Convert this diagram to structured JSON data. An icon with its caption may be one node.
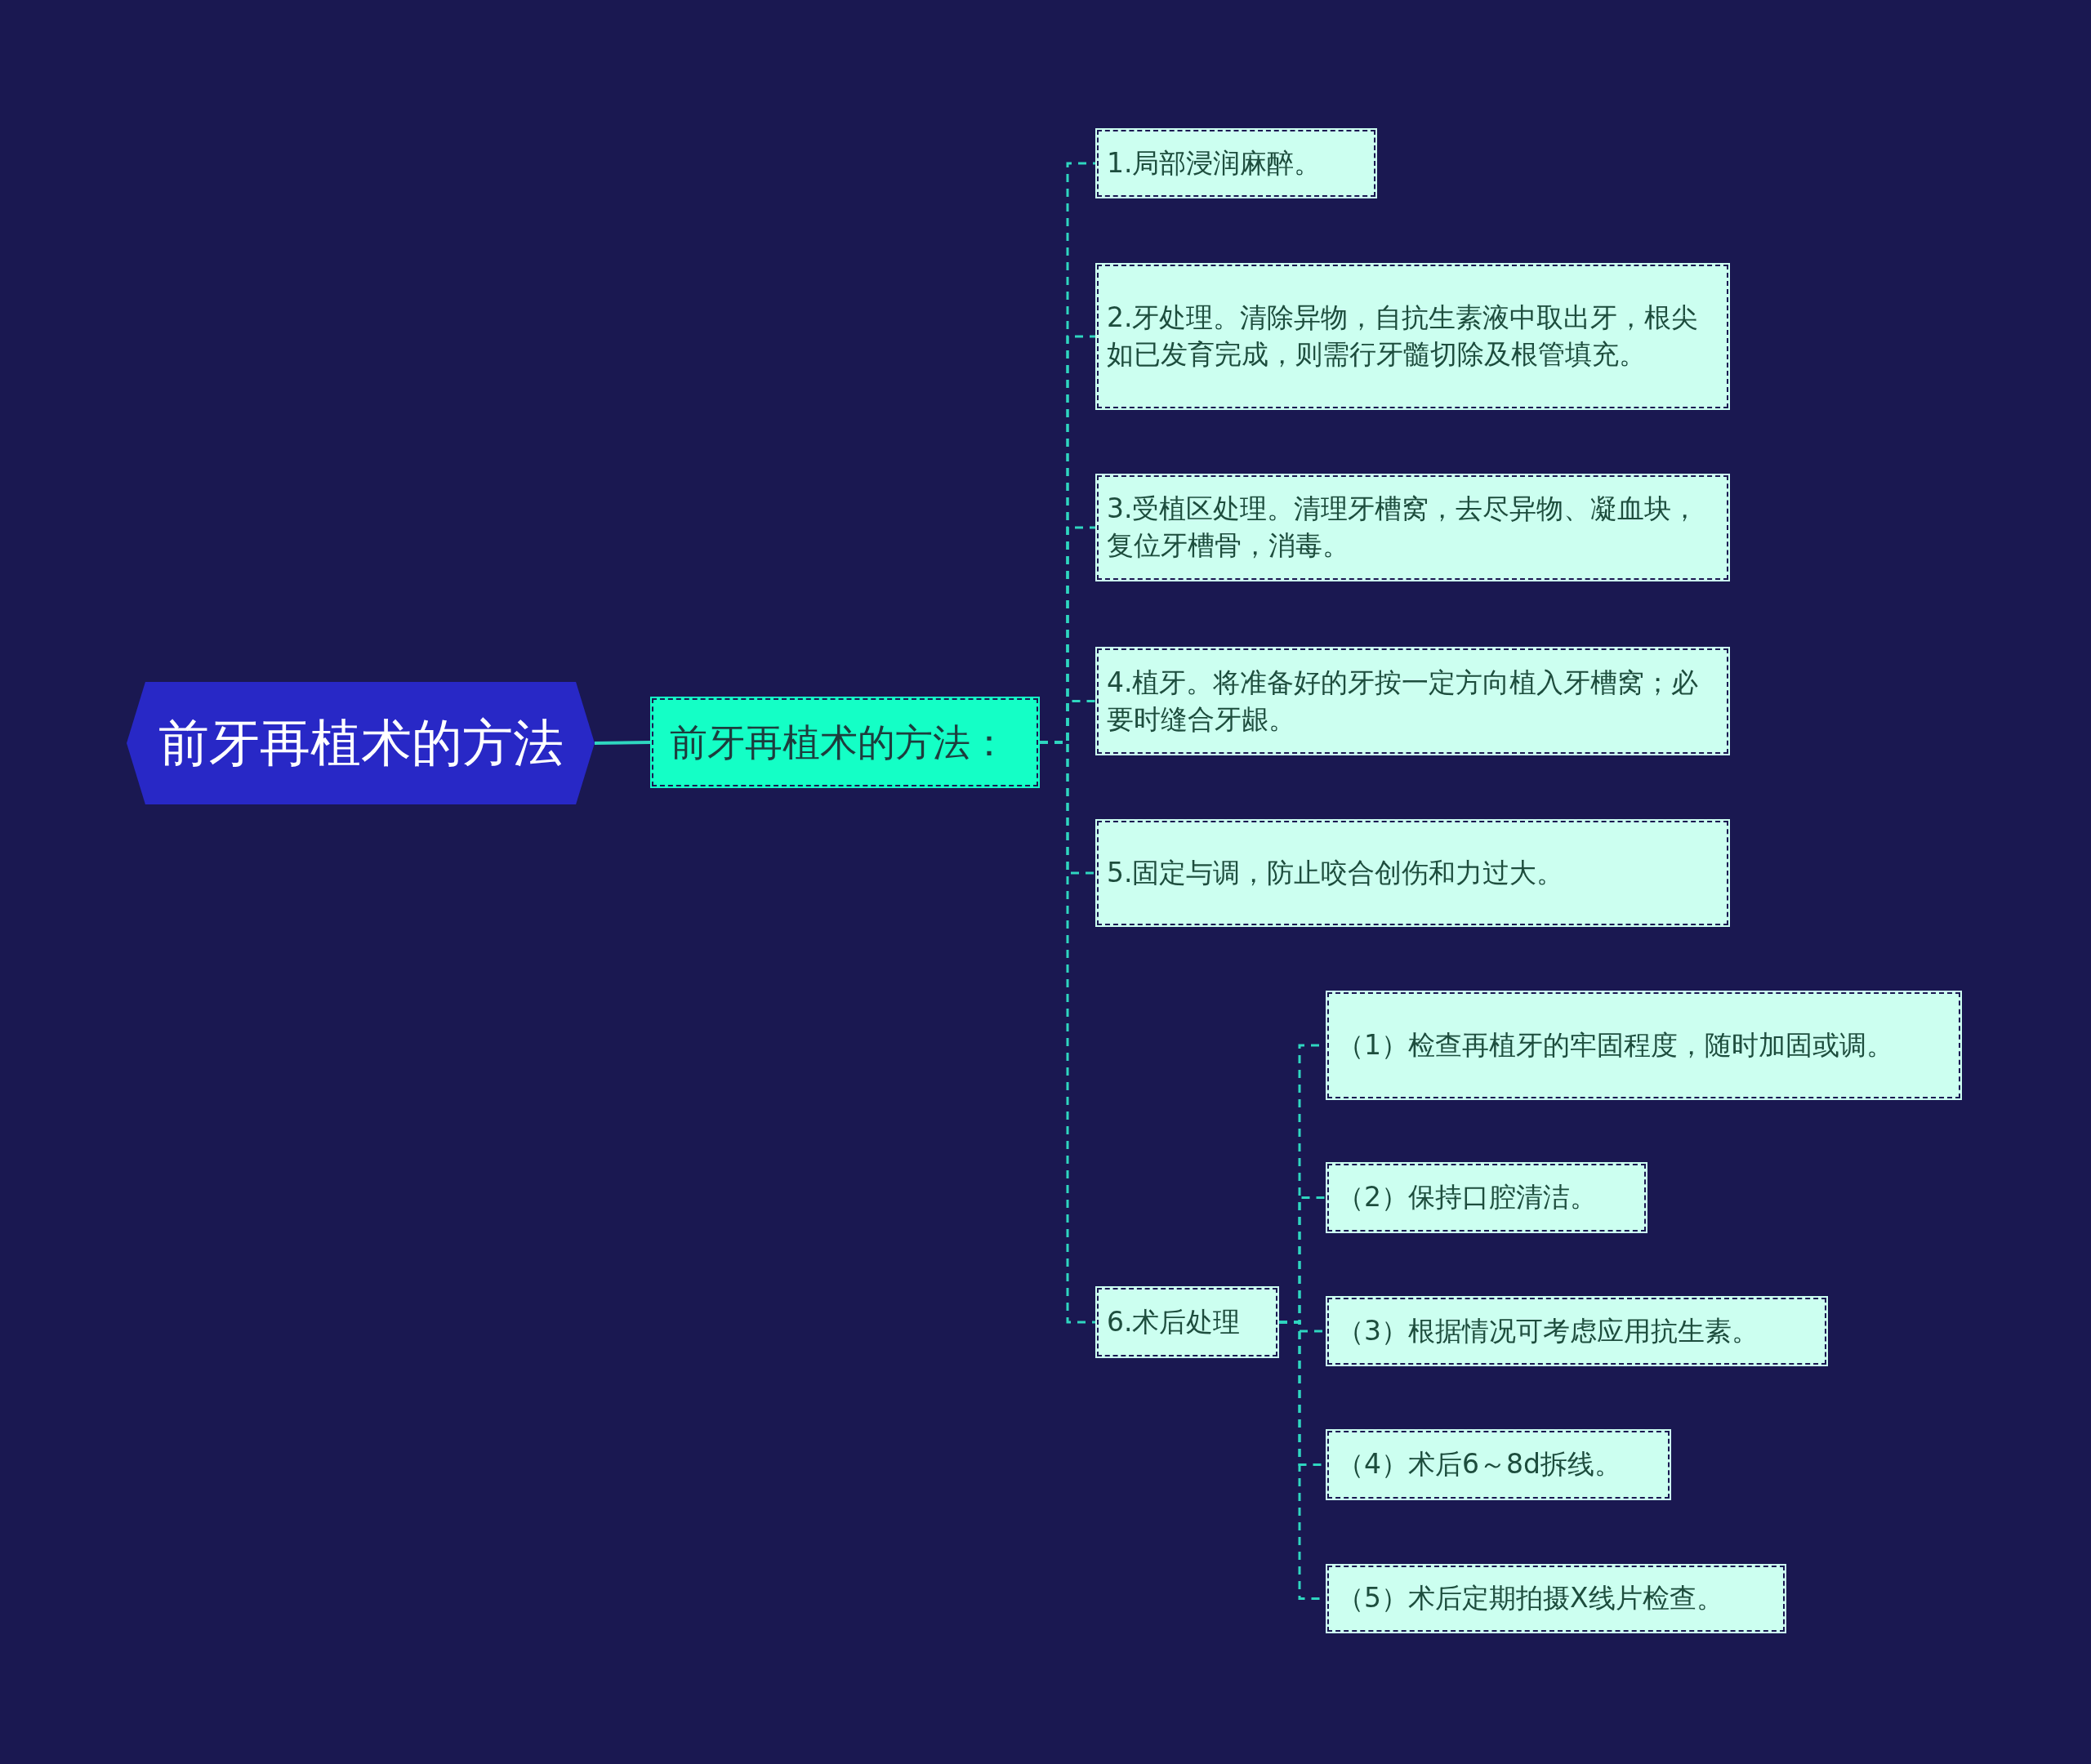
{
  "diagram": {
    "nodes": [
      {
        "text": [
          "前牙再植术的方法"
        ]
      },
      {
        "text": [
          "前牙再植术的方法："
        ]
      },
      {
        "text": [
          "1.局部浸润麻醉。"
        ]
      },
      {
        "text": [
          "2.牙处理。清除异物，自抗生素液中取出牙，根尖如已发育完成，则需行牙髓切除及根管填充。"
        ]
      },
      {
        "text": [
          "3.受植区处理。清理牙槽窝，去尽异物、凝血块，复位牙槽骨，消毒。"
        ]
      },
      {
        "text": [
          "4.植牙。将准备好的牙按一定方向植入牙槽窝；必要时缝合牙龈。"
        ]
      },
      {
        "text": [
          "5.固定与调，防止咬合创伤和力过大。"
        ]
      },
      {
        "text": [
          "6.术后处理"
        ]
      },
      {
        "text": [
          "（1）检查再植牙的牢固程度，随时加固或调。"
        ]
      },
      {
        "text": [
          "（2）保持口腔清洁。"
        ]
      },
      {
        "text": [
          "（3）根据情况可考虑应用抗生素。"
        ]
      },
      {
        "text": [
          "（4）术后6～8d拆线。"
        ]
      },
      {
        "text": [
          "（5）术后定期拍摄X线片检查。"
        ]
      }
    ],
    "edges": [
      {
        "from": 0,
        "to": 1,
        "arrow": "none"
      },
      {
        "from": 1,
        "to": 2,
        "arrow": "none",
        "style": "dashed"
      },
      {
        "from": 1,
        "to": 3,
        "arrow": "none",
        "style": "dashed"
      },
      {
        "from": 1,
        "to": 4,
        "arrow": "none",
        "style": "dashed"
      },
      {
        "from": 1,
        "to": 5,
        "arrow": "none",
        "style": "dashed"
      },
      {
        "from": 1,
        "to": 6,
        "arrow": "none",
        "style": "dashed"
      },
      {
        "from": 1,
        "to": 7,
        "arrow": "none",
        "style": "dashed"
      },
      {
        "from": 7,
        "to": 8,
        "arrow": "none",
        "style": "dashed"
      },
      {
        "from": 7,
        "to": 9,
        "arrow": "none",
        "style": "dashed"
      },
      {
        "from": 7,
        "to": 10,
        "arrow": "none",
        "style": "dashed"
      },
      {
        "from": 7,
        "to": 11,
        "arrow": "none",
        "style": "dashed"
      },
      {
        "from": 7,
        "to": 12,
        "arrow": "none",
        "style": "dashed"
      }
    ]
  }
}
